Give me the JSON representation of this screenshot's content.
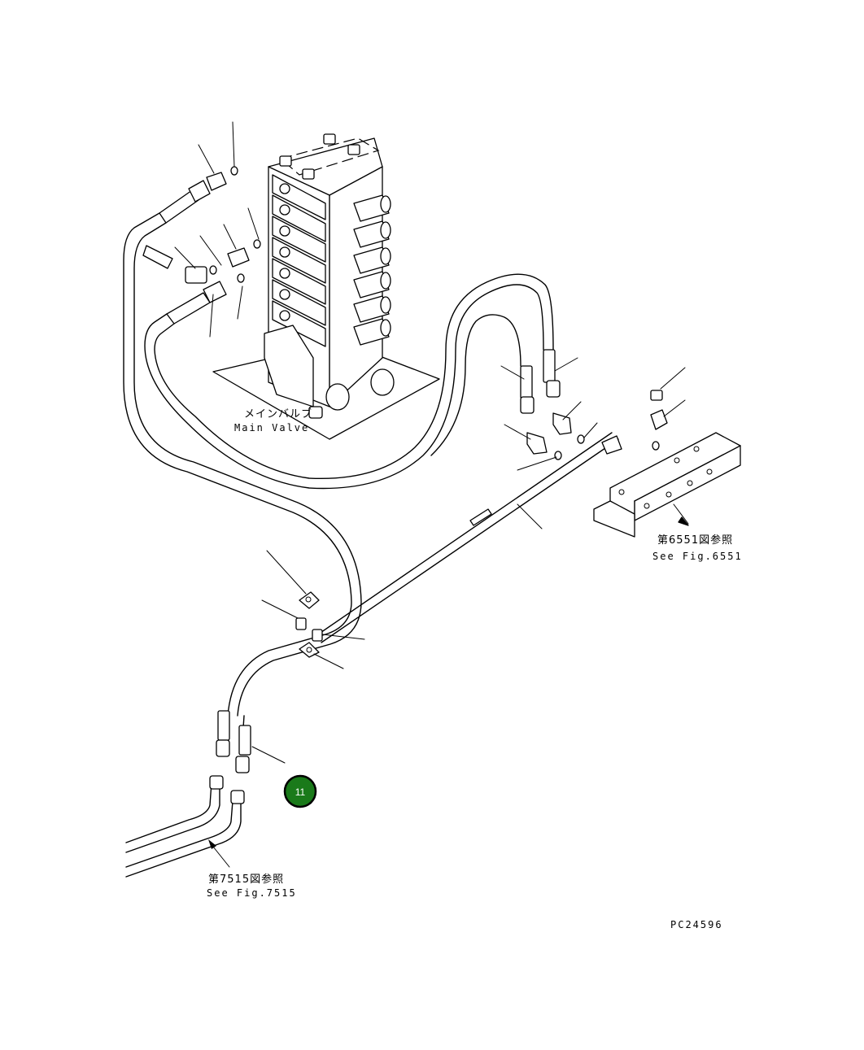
{
  "labels": {
    "main_valve_jp": "メインバルブ",
    "main_valve_en": "Main Valve",
    "ref_6551_jp": "第6551図参照",
    "ref_6551_en": "See Fig.6551",
    "ref_7515_jp": "第7515図参照",
    "ref_7515_en": "See Fig.7515",
    "drawing_code": "PC24596"
  },
  "callout": {
    "number": "11",
    "fill_color": "#1a7a1a",
    "ring_color": "#000000"
  }
}
